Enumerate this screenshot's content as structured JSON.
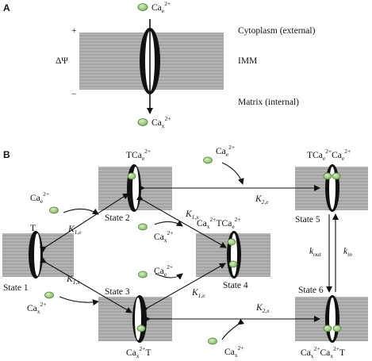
{
  "panels": {
    "a": "A",
    "b": "B"
  },
  "panel_a": {
    "ion_top": {
      "base": "Ca",
      "sub": "e",
      "sup": "2+"
    },
    "ion_bottom": {
      "base": "Ca",
      "sub": "x",
      "sup": "2+"
    },
    "cytoplasm": "Cytoplasm (external)",
    "imm": "IMM",
    "matrix": "Matrix (internal)",
    "plus": "+",
    "minus": "−",
    "delta_psi": "ΔΨ"
  },
  "panel_b": {
    "states": {
      "s1": "State 1",
      "s2": "State 2",
      "s3": "State 3",
      "s4": "State 4",
      "s5": "State 5",
      "s6": "State 6"
    },
    "species": {
      "t": "T",
      "s2": {
        "a": "TCa",
        "sub": "e",
        "sup": "2+"
      },
      "s5": {
        "a": "TCa",
        "sub1": "e",
        "sup1": "2+",
        "b": "Ca",
        "sub2": "e",
        "sup2": "2+"
      },
      "s4": {
        "a": "Ca",
        "sub1": "x",
        "sup1": "2+",
        "b": "TCa",
        "sub2": "e",
        "sup2": "2+"
      },
      "s3": {
        "a": "Ca",
        "sub": "x",
        "sup": "2+",
        "b": "T"
      },
      "s6": {
        "a": "Ca",
        "sub1": "x",
        "sup1": "2+",
        "b": "Ca",
        "sub2": "x",
        "sup2": "2+",
        "c": "T"
      }
    },
    "ions": {
      "ca_e": {
        "base": "Ca",
        "sub": "e",
        "sup": "2+"
      },
      "ca_x": {
        "base": "Ca",
        "sub": "x",
        "sup": "2+"
      }
    },
    "rates": {
      "k1e": {
        "base": "K",
        "sub": "1,e"
      },
      "k1x": {
        "base": "K",
        "sub": "1,x"
      },
      "k2e": {
        "base": "K",
        "sub": "2,e"
      },
      "k2x": {
        "base": "K",
        "sub": "2,x"
      },
      "kout": {
        "base": "k",
        "sub": "out"
      },
      "kin": {
        "base": "k",
        "sub": "in"
      }
    }
  },
  "colors": {
    "membrane": "#a9a9a9",
    "membrane_line": "#8a8a8a",
    "ion_fill": "#a6cf86",
    "ion_stroke": "#3f6b2a",
    "transporter": "#111111"
  }
}
